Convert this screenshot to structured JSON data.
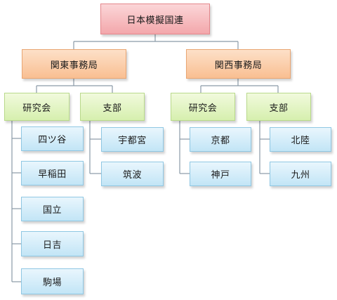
{
  "chart": {
    "root": "日本模擬国連",
    "east": {
      "office": "関東事務局",
      "study": "研究会",
      "branch": "支部",
      "study_items": [
        "四ツ谷",
        "早稲田",
        "国立",
        "日吉",
        "駒場"
      ],
      "branch_items": [
        "宇都宮",
        "筑波"
      ]
    },
    "west": {
      "office": "関西事務局",
      "study": "研究会",
      "branch": "支部",
      "study_items": [
        "京都",
        "神戸"
      ],
      "branch_items": [
        "北陸",
        "九州"
      ]
    }
  },
  "colors": {
    "root": "#f3a7ab",
    "office": "#f9bf92",
    "group": "#d6efae",
    "unit": "#c2e5f6",
    "connector": "#8a9aa6"
  }
}
